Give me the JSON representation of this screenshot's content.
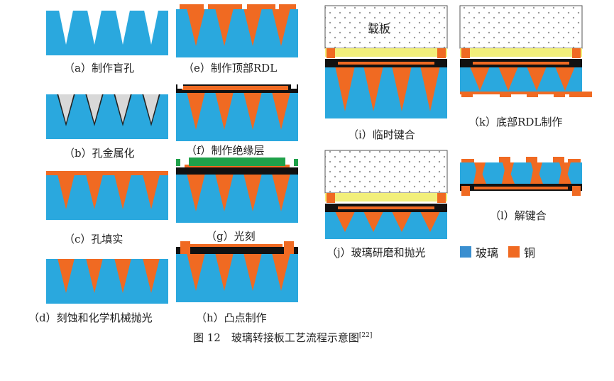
{
  "figure_caption": {
    "main": "图 12　玻璃转接板工艺流程示意图",
    "ref": "[22]"
  },
  "carrier_label": "载板",
  "legend": {
    "glass": "玻璃",
    "copper": "铜"
  },
  "steps": {
    "a": "（a）制作盲孔",
    "b": "（b）孔金属化",
    "c": "（c）孔填实",
    "d": "（d）刻蚀和化学机械抛光",
    "e": "（e）制作顶部RDL",
    "f": "（f）制作绝缘层",
    "g": "（g）光刻",
    "h": "（h）凸点制作",
    "i": "（i）临时键合",
    "j": "（j）玻璃研磨和抛光",
    "k": "（k）底部RDL制作",
    "l": "（l）解键合"
  },
  "colors": {
    "glass": "#2aa8de",
    "copper": "#f06a22",
    "insulator": "#111111",
    "resist": "#1fa14a",
    "adhesive": "#f2ef7a",
    "carrier": "#ffffff",
    "hole": "#ffffff",
    "seed": "#d8d8d8"
  }
}
